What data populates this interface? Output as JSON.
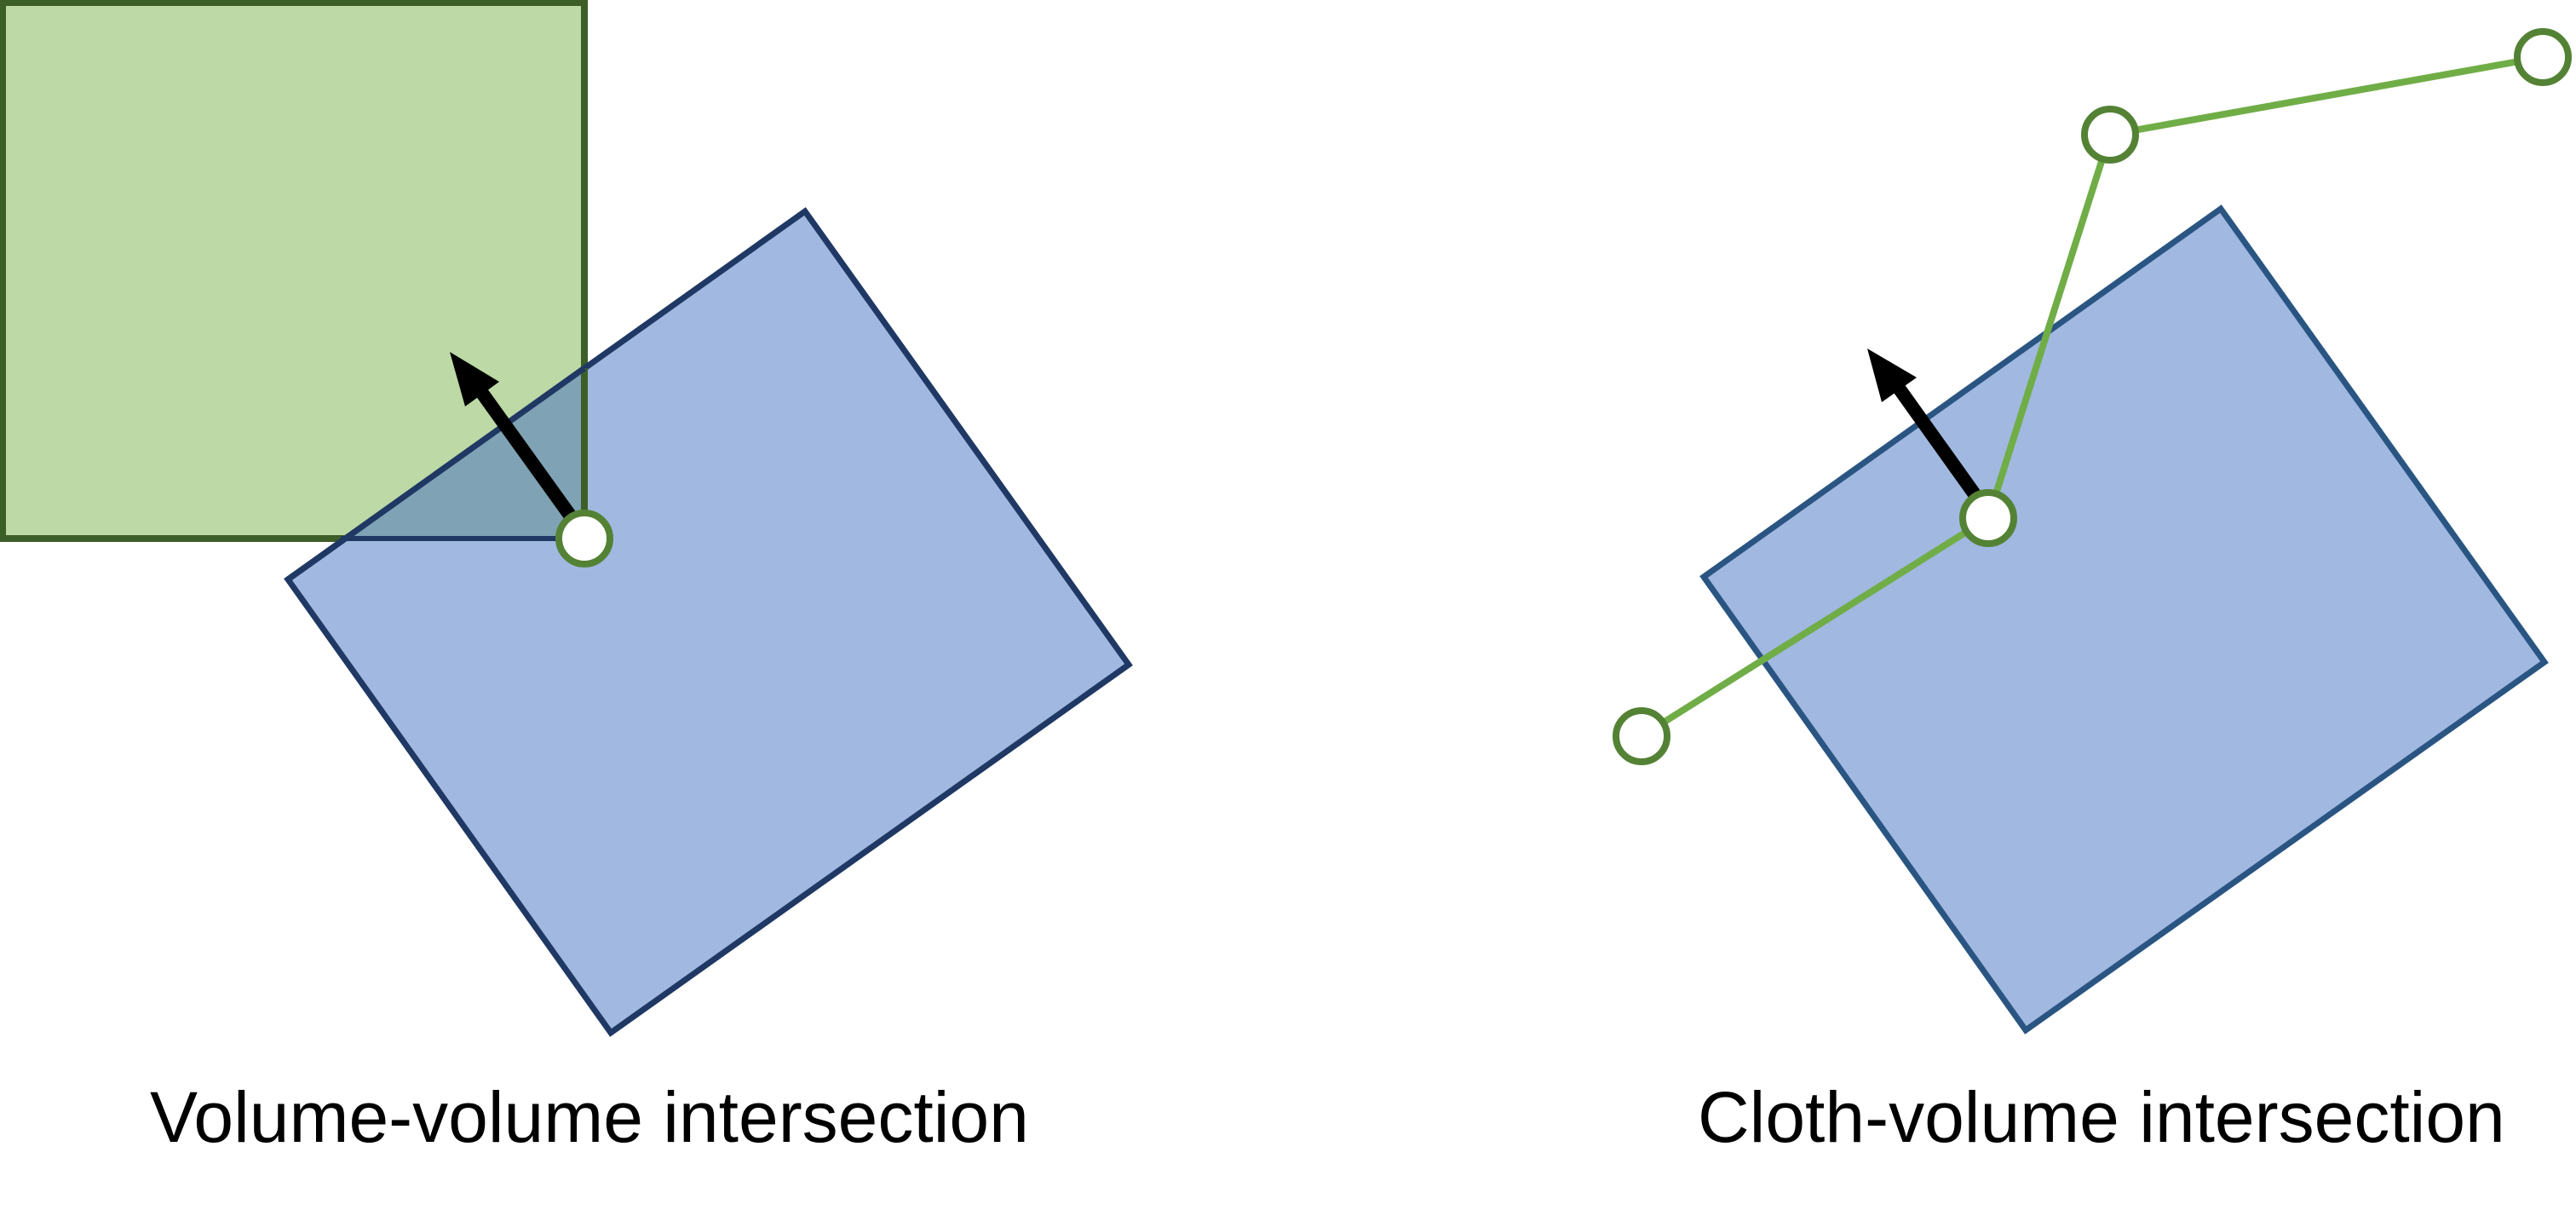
{
  "panels": [
    {
      "id": "volume-volume",
      "caption": "Volume-volume intersection"
    },
    {
      "id": "cloth-volume",
      "caption": "Cloth-volume intersection"
    }
  ],
  "colors": {
    "background": "#ffffff",
    "green_fill": "#bcd9a6",
    "green_stroke": "#3d5e27",
    "blue_fill": "#a1b8e0",
    "blue_stroke": "#1f3864",
    "blue_stroke_right": "#2a5582",
    "overlap_fill": "#7fa2b5",
    "cloth_line": "#70ad47",
    "node_stroke": "#548235",
    "node_fill": "#ffffff",
    "arrow": "#000000"
  }
}
